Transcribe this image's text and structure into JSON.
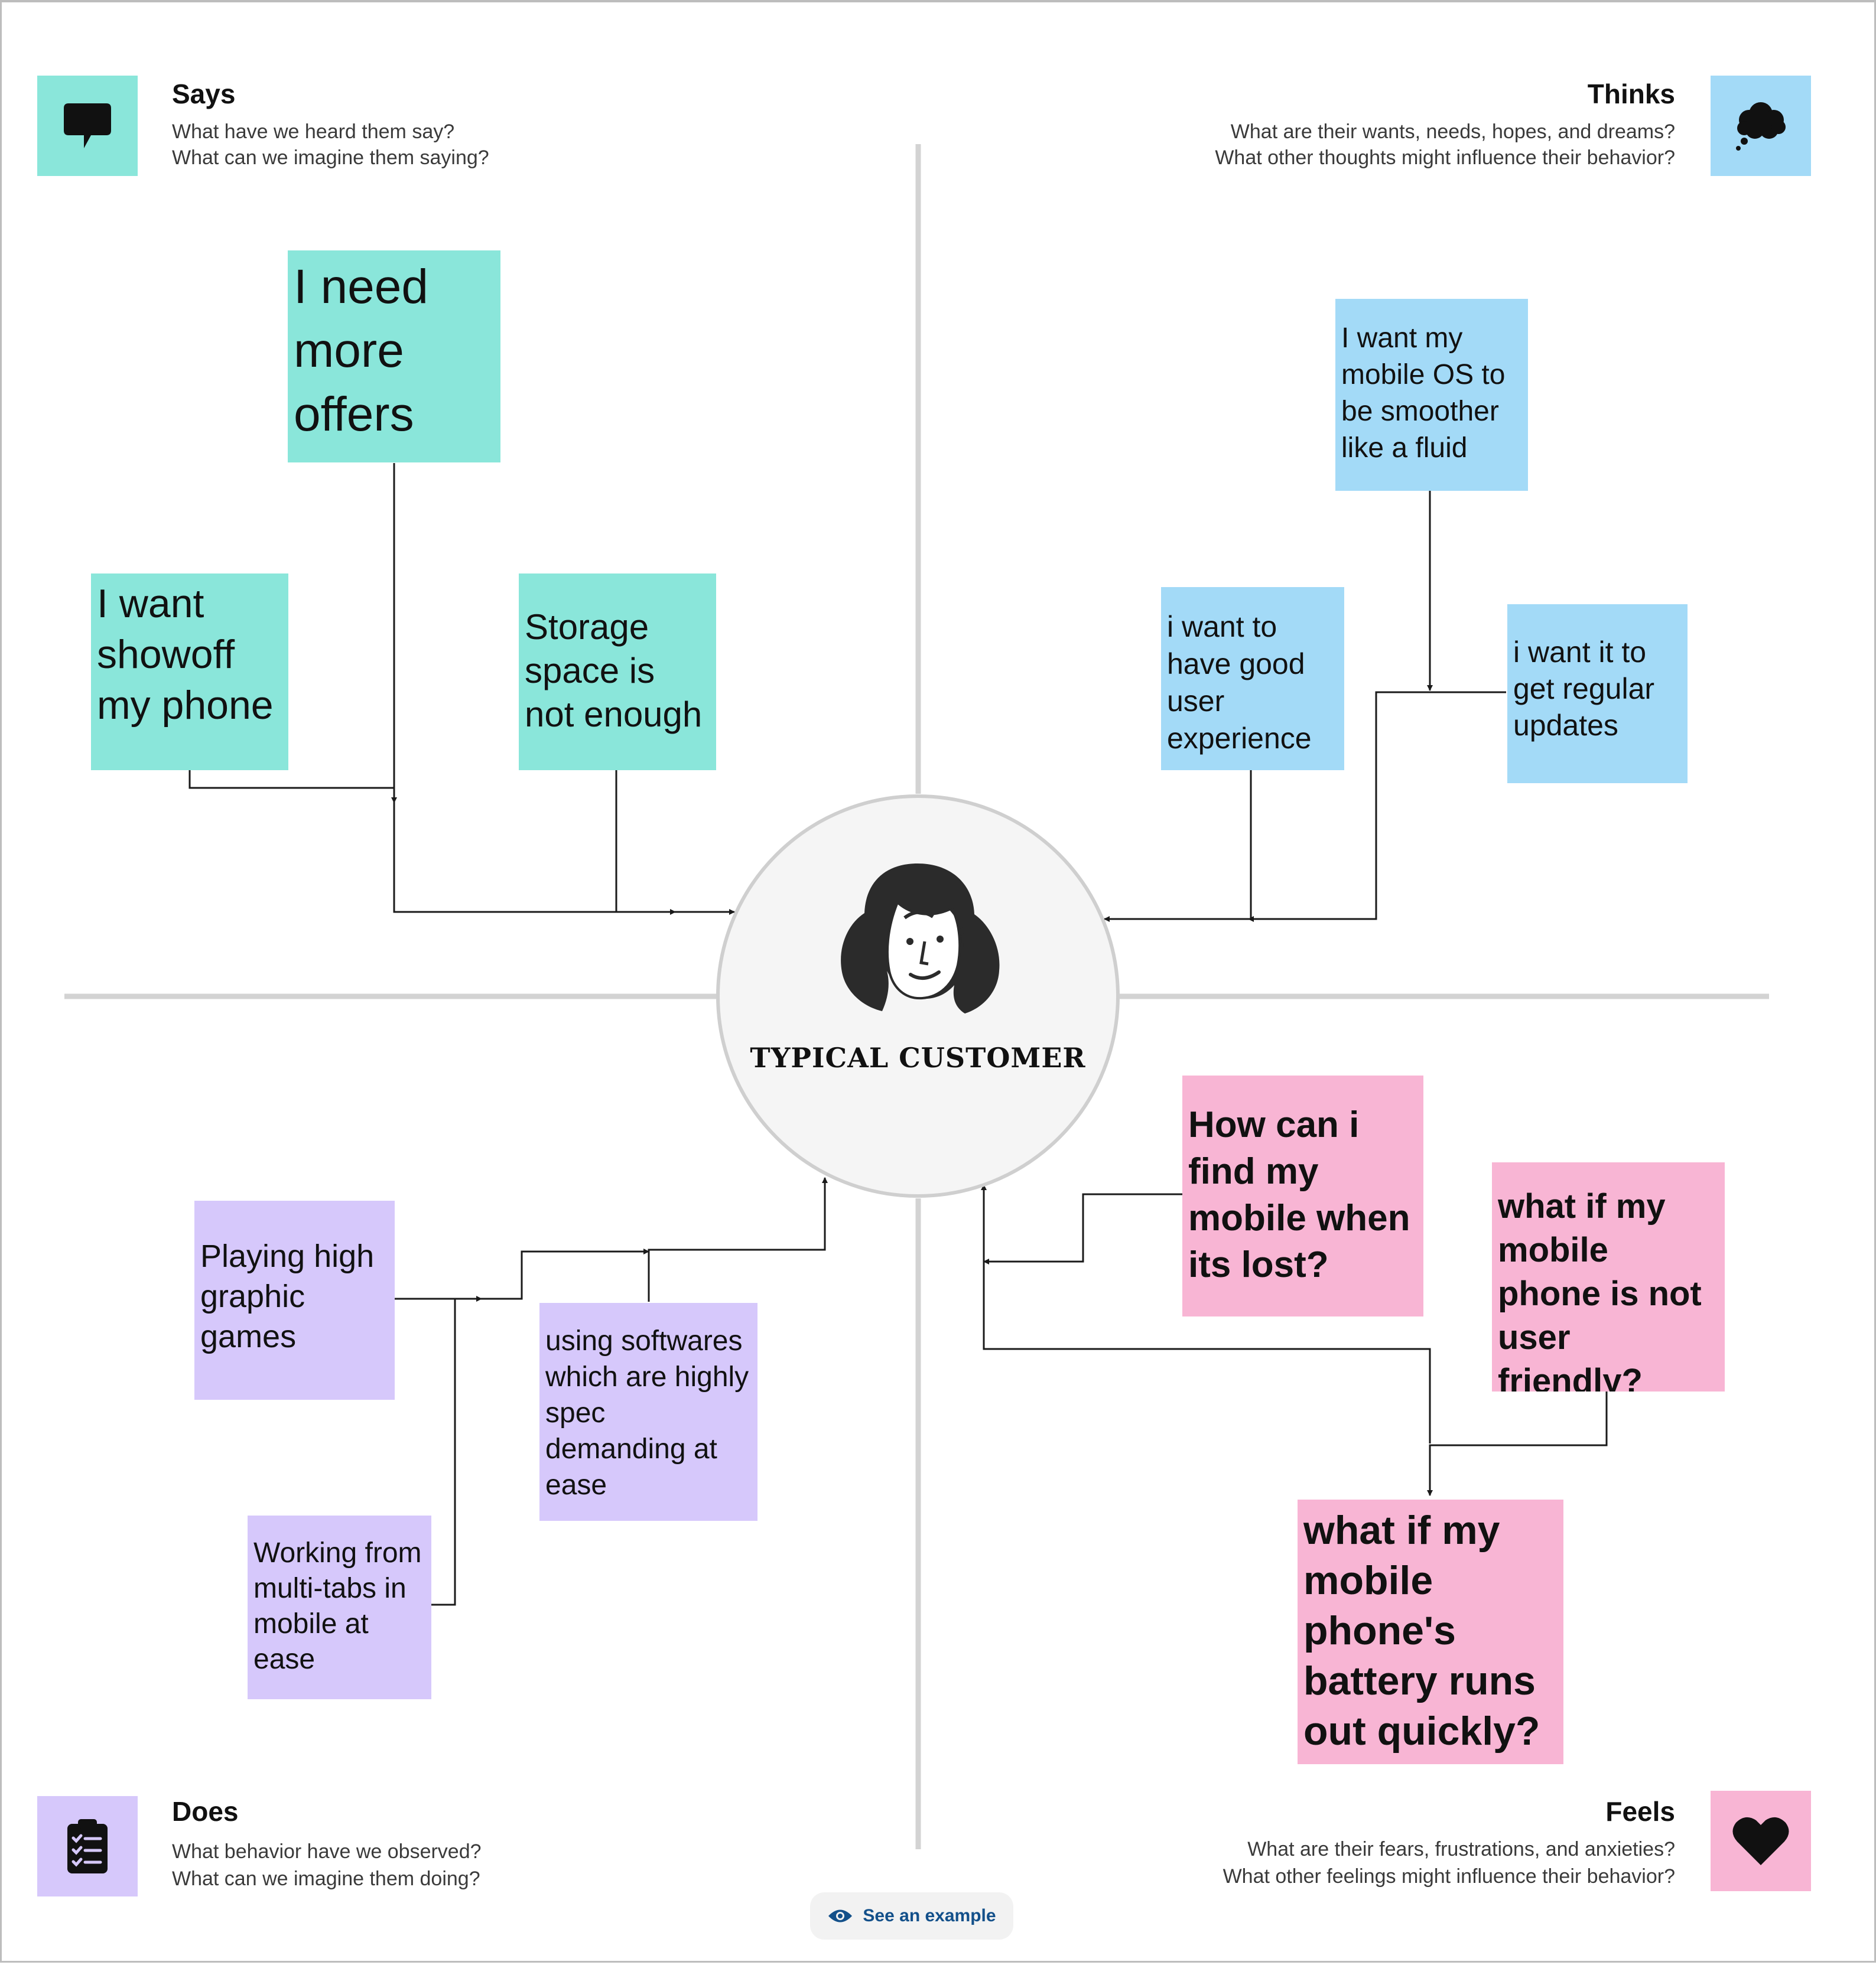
{
  "quadrants": {
    "says": {
      "title": "Says",
      "line1": "What have we heard them say?",
      "line2": "What can we imagine them saying?",
      "icon": "speech-bubble-icon",
      "color": "#8ae6da"
    },
    "thinks": {
      "title": "Thinks",
      "line1": "What are their wants, needs, hopes, and dreams?",
      "line2": "What other thoughts might influence their behavior?",
      "icon": "thought-bubble-icon",
      "color": "#a3daf7"
    },
    "does": {
      "title": "Does",
      "line1": "What behavior have we observed?",
      "line2": "What can we imagine them doing?",
      "icon": "clipboard-checklist-icon",
      "color": "#d6c8fb"
    },
    "feels": {
      "title": "Feels",
      "line1": "What are their fears, frustrations, and anxieties?",
      "line2": "What other feelings might influence their behavior?",
      "icon": "heart-icon",
      "color": "#f8b5d4"
    }
  },
  "center": {
    "label": "TYPICAL CUSTOMER",
    "icon": "customer-face-icon"
  },
  "stickies": {
    "says_offers": "I need more offers",
    "says_showoff": "I want showoff my phone",
    "says_storage": "Storage space is not enough",
    "thinks_os": "I want my mobile OS to be smoother like a fluid",
    "thinks_ux": "i want to have good user experience",
    "thinks_updates": "i want it to get regular updates",
    "does_games": "Playing high graphic games",
    "does_software": "using softwares which are highly spec demanding at ease",
    "does_multitab": "Working from multi-tabs in mobile at ease",
    "feels_lost": "How can i find my mobile when its lost?",
    "feels_unfriendly": "what if my mobile phone is not user friendly?",
    "feels_battery": "what if my mobile phone's battery runs out quickly?"
  },
  "example_button": {
    "label": "See an example",
    "icon": "eye-icon"
  }
}
